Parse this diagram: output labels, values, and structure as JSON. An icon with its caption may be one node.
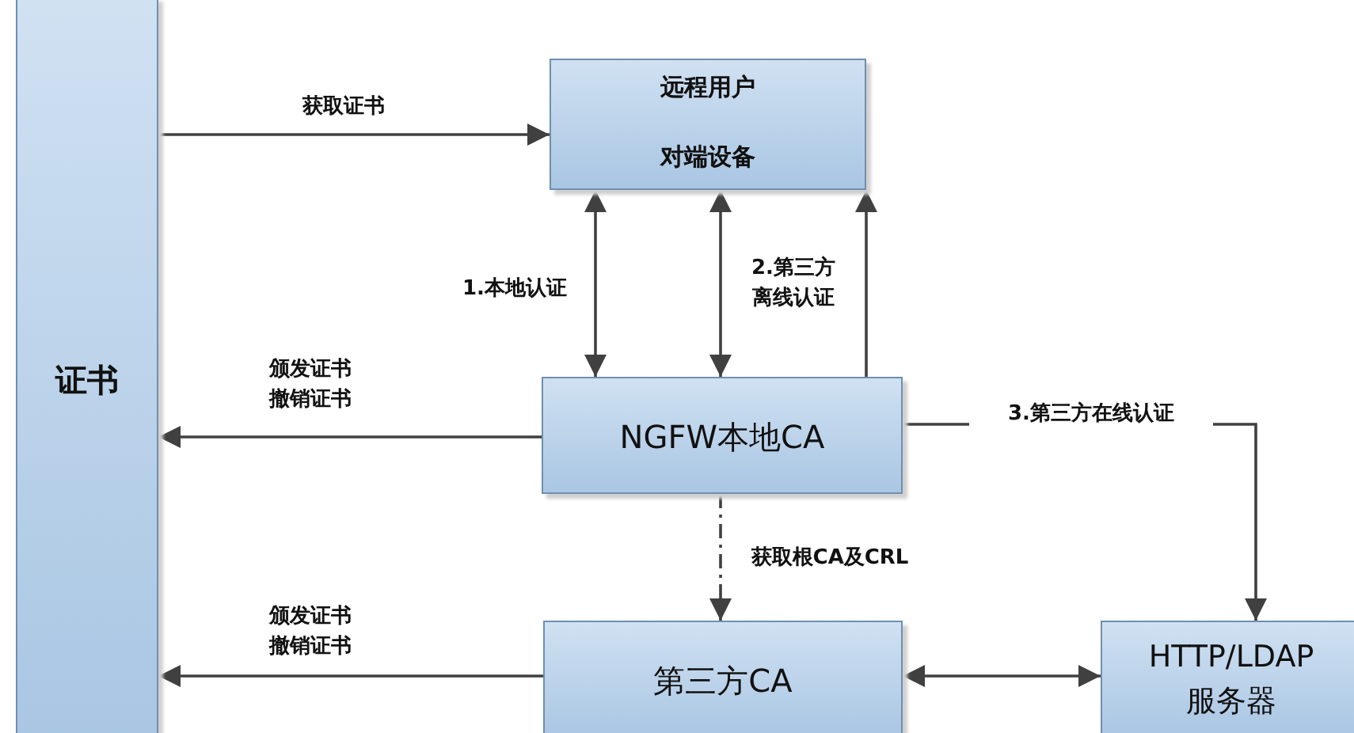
{
  "diagram": {
    "nodes": [
      {
        "text": [
          "证书"
        ]
      },
      {
        "text": [
          "远程用户",
          "对端设备"
        ]
      },
      {
        "text": [
          "NGFW本地CA"
        ]
      },
      {
        "text": [
          "第三方CA"
        ]
      },
      {
        "text": [
          "HTTP/LDAP 服务器"
        ]
      }
    ],
    "edges": [
      {
        "from": 0,
        "to": 1,
        "arrow": "to",
        "label": "获取证书"
      },
      {
        "from": 2,
        "to": 0,
        "arrow": "to",
        "label": "颁发证书撤销证书"
      },
      {
        "from": 3,
        "to": 0,
        "arrow": "to",
        "label": "颁发证书撤销证书"
      },
      {
        "from": 2,
        "to": 1,
        "arrow": "both",
        "label": "1.本地认证"
      },
      {
        "from": 2,
        "to": 1,
        "arrow": "both",
        "label": "2.第三方离线认证"
      },
      {
        "from": 2,
        "to": 3,
        "arrow": "to",
        "label": "获取根CA及CRL",
        "style": "dashed"
      },
      {
        "from": 2,
        "to": 1,
        "arrow": "to"
      },
      {
        "from": 2,
        "to": 4,
        "arrow": "to",
        "label": "3.第三方在线认证"
      },
      {
        "from": 3,
        "to": 4,
        "arrow": "both"
      }
    ]
  }
}
